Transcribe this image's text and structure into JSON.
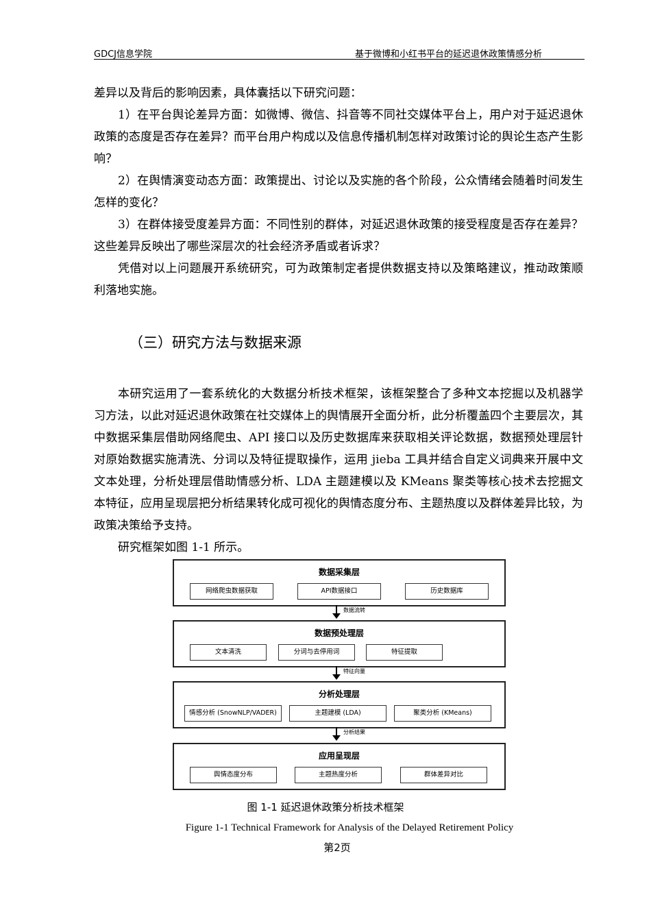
{
  "header": {
    "left": "GDCJ信息学院",
    "right": "基于微博和小红书平台的延迟退休政策情感分析"
  },
  "paragraphs": [
    "差异以及背后的影响因素，具体囊括以下研究问题：",
    "1）在平台舆论差异方面：如微博、微信、抖音等不同社交媒体平台上，用户对于延迟退休政策的态度是否存在差异？而平台用户构成以及信息传播机制怎样对政策讨论的舆论生态产生影响？",
    "2）在舆情演变动态方面：政策提出、讨论以及实施的各个阶段，公众情绪会随着时间发生怎样的变化？",
    "3）在群体接受度差异方面：不同性别的群体，对延迟退休政策的接受程度是否存在差异？这些差异反映出了哪些深层次的社会经济矛盾或者诉求？",
    "凭借对以上问题展开系统研究，可为政策制定者提供数据支持以及策略建议，推动政策顺利落地实施。"
  ],
  "section_title": "（三）研究方法与数据来源",
  "method_paragraph": "本研究运用了一套系统化的大数据分析技术框架，该框架整合了多种文本挖掘以及机器学习方法，以此对延迟退休政策在社交媒体上的舆情展开全面分析，此分析覆盖四个主要层次，其中数据采集层借助网络爬虫、API 接口以及历史数据库来获取相关评论数据，数据预处理层针对原始数据实施清洗、分词以及特征提取操作，运用 jieba 工具并结合自定义词典来开展中文文本处理，分析处理层借助情感分析、LDA 主题建模以及 KMeans 聚类等核心技术去挖掘文本特征，应用呈现层把分析结果转化成可视化的舆情态度分布、主题热度以及群体差异比较，为政策决策给予支持。",
  "figure_ref": "研究框架如图 1-1 所示。",
  "framework": {
    "layers": [
      {
        "title": "数据采集层",
        "boxes": [
          "网络爬虫数据获取",
          "API数据接口",
          "历史数据库"
        ]
      },
      {
        "title": "数据预处理层",
        "boxes": [
          "文本清洗",
          "分词与去停用词",
          "特征提取"
        ]
      },
      {
        "title": "分析处理层",
        "boxes": [
          "情感分析 (SnowNLP/VADER)",
          "主题建模 (LDA)",
          "聚类分析 (KMeans)"
        ]
      },
      {
        "title": "应用呈现层",
        "boxes": [
          "舆情态度分布",
          "主题热度分析",
          "群体差异对比"
        ]
      }
    ],
    "arrows": [
      "数据流转",
      "特征向量",
      "分析结果"
    ]
  },
  "caption_cn": "图 1-1  延迟退休政策分析技术框架",
  "caption_en": "Figure 1-1 Technical Framework for Analysis of the Delayed Retirement Policy",
  "page_number": "第2页"
}
